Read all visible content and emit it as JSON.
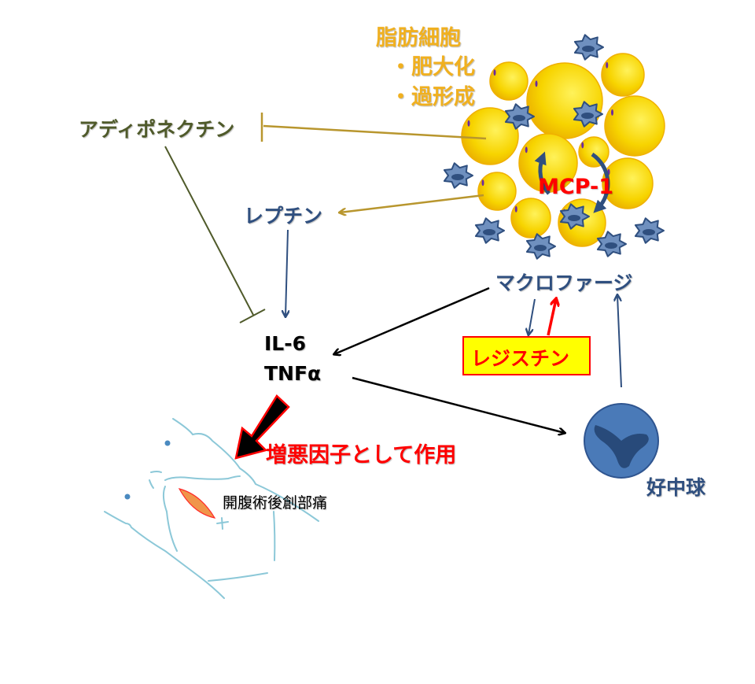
{
  "labels": {
    "adipocyte_title": "脂肪細胞",
    "adipocyte_hypertrophy": "・肥大化",
    "adipocyte_hyperplasia": "・過形成",
    "adiponectin": "アディポネクチン",
    "leptin": "レプチン",
    "mcp1": "MCP-1",
    "macrophage": "マクロファージ",
    "resistin": "レジスチン",
    "il6": "IL-6",
    "tnfa": "TNFα",
    "aggravating_factor": "増悪因子として作用",
    "postoperative_pain": "開腹術後創部痛",
    "neutrophil": "好中球"
  },
  "colors": {
    "adipocyte_text": "#f0b020",
    "adiponectin_text": "#4f5a2a",
    "blue_text": "#2f4f7f",
    "red": "#ff0000",
    "fat_cell": "#f5c400",
    "macrophage": "#5a7fb0",
    "neutrophil": "#4a7ab8",
    "body_line": "#8cc8d8",
    "gold_line": "#b8962e"
  }
}
